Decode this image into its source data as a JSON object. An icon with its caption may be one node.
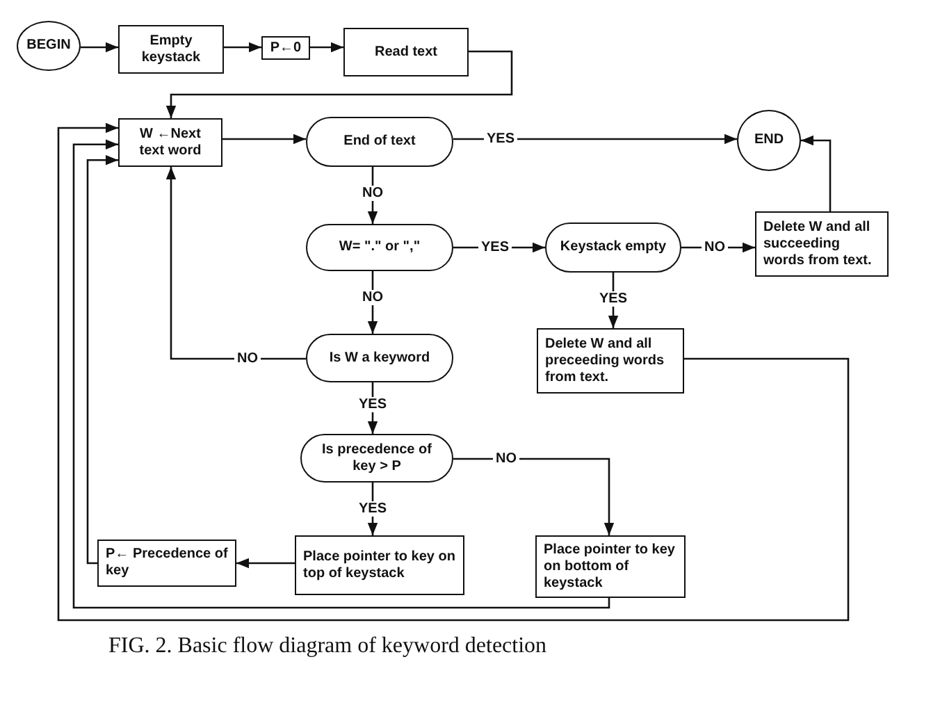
{
  "diagram": {
    "caption": "FIG. 2. Basic flow diagram of keyword detection",
    "nodes": [
      {
        "text": [
          "BEGIN"
        ]
      },
      {
        "text": [
          "Empty keystack"
        ]
      },
      {
        "text": [
          "P←0"
        ]
      },
      {
        "text": [
          "Read text"
        ]
      },
      {
        "text": [
          "W ←Next text word"
        ]
      },
      {
        "text": [
          "End of text"
        ]
      },
      {
        "text": [
          "END"
        ]
      },
      {
        "text": [
          "W= \".\" or \",\""
        ]
      },
      {
        "text": [
          "Keystack empty"
        ]
      },
      {
        "text": [
          "Delete W and all succeeding words from text."
        ]
      },
      {
        "text": [
          "Is W a keyword"
        ]
      },
      {
        "text": [
          "Delete W and all preceeding words from text."
        ]
      },
      {
        "text": [
          "Is precedence of key > P"
        ]
      },
      {
        "text": [
          "P← Precedence of key"
        ]
      },
      {
        "text": [
          "Place pointer to key on top of keystack"
        ]
      },
      {
        "text": [
          "Place pointer to key on bottom of keystack"
        ]
      }
    ],
    "edges": [
      {
        "from": 0,
        "to": 1,
        "arrow": "to"
      },
      {
        "from": 1,
        "to": 2,
        "arrow": "to"
      },
      {
        "from": 2,
        "to": 3,
        "arrow": "to"
      },
      {
        "from": 3,
        "to": 4,
        "arrow": "to"
      },
      {
        "from": 4,
        "to": 5,
        "arrow": "to"
      },
      {
        "from": 5,
        "to": 6,
        "arrow": "to",
        "label": "YES"
      },
      {
        "from": 5,
        "to": 7,
        "arrow": "to",
        "label": "NO"
      },
      {
        "from": 7,
        "to": 8,
        "arrow": "to",
        "label": "YES"
      },
      {
        "from": 7,
        "to": 10,
        "arrow": "to",
        "label": "NO"
      },
      {
        "from": 10,
        "to": 4,
        "arrow": "to",
        "label": "NO"
      },
      {
        "from": 8,
        "to": 9,
        "arrow": "to",
        "label": "NO"
      },
      {
        "from": 8,
        "to": 11,
        "arrow": "to",
        "label": "YES"
      },
      {
        "from": 9,
        "to": 6,
        "arrow": "to"
      },
      {
        "from": 10,
        "to": 12,
        "arrow": "to",
        "label": "YES"
      },
      {
        "from": 12,
        "to": 14,
        "arrow": "to",
        "label": "YES"
      },
      {
        "from": 12,
        "to": 15,
        "arrow": "to",
        "label": "NO"
      },
      {
        "from": 14,
        "to": 13,
        "arrow": "to"
      },
      {
        "from": 13,
        "to": 4,
        "arrow": "to"
      },
      {
        "from": 11,
        "to": 4,
        "arrow": "to"
      },
      {
        "from": 15,
        "to": 4,
        "arrow": "to"
      }
    ]
  }
}
